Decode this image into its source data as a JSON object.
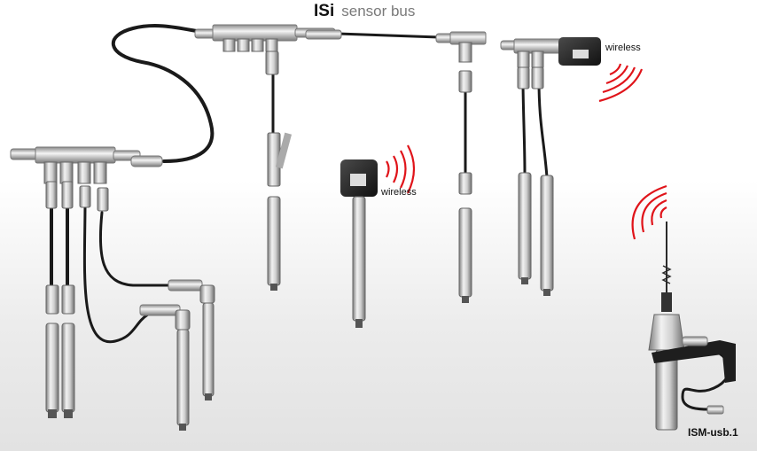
{
  "title": {
    "main": "ISi",
    "sub": "sensor bus"
  },
  "labels": {
    "wireless_top": "wireless",
    "wireless_mid": "wireless",
    "device": "ISM-usb.1"
  },
  "colors": {
    "signal_arcs": "#e0141a",
    "cable": "#1a1a1a",
    "metal": "#b9b9b9",
    "module": "#2b2b2b"
  }
}
